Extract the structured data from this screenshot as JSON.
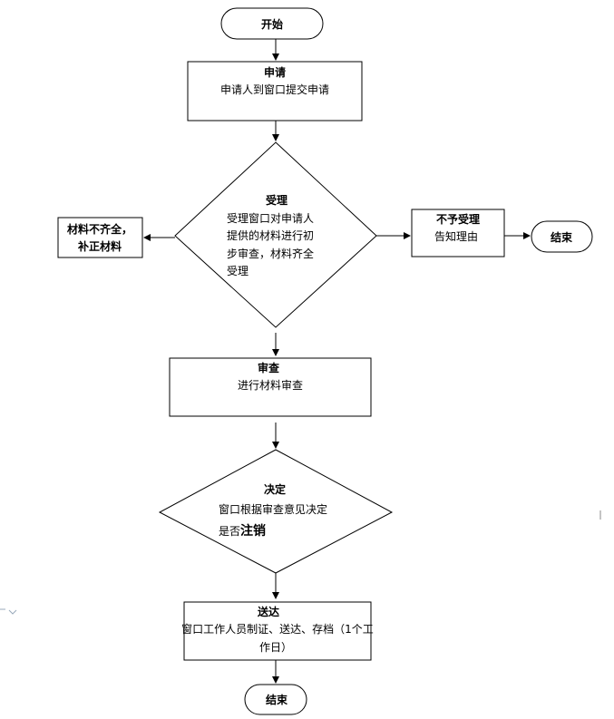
{
  "start": {
    "label": "开始"
  },
  "apply": {
    "title": "申请",
    "text": "申请人到窗口提交申请"
  },
  "accept": {
    "title": "受理",
    "lines": [
      "受理窗口对申请人",
      "提供的材料进行初",
      "步审查，材料齐全",
      "受理"
    ]
  },
  "incomplete": {
    "lines": [
      "材料不齐全，",
      "补正材料"
    ]
  },
  "reject": {
    "title": "不予受理",
    "text": "告知理由"
  },
  "end_right": {
    "label": "结束"
  },
  "review": {
    "title": "审查",
    "text": "进行材料审查"
  },
  "decision": {
    "title": "决定",
    "line1": "窗口根据审查意见决定",
    "line2_prefix": "是否",
    "line2_emph": "注销"
  },
  "deliver": {
    "title": "送达",
    "line1": "窗口工作人员制证、送达、存档（1个工",
    "line2": "作日）"
  },
  "end_bottom": {
    "label": "结束"
  }
}
